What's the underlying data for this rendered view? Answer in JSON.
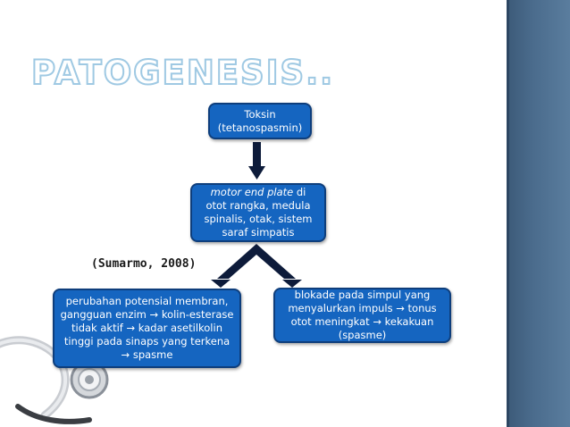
{
  "slide": {
    "title": "PATOGENESIS..",
    "citation": "(Sumarmo, 2008)"
  },
  "nodes": {
    "toksin": {
      "line1": "Toksin",
      "line2": "(tetanospasmin)"
    },
    "motor": {
      "italic": "motor end plate",
      "rest": " di",
      "line2": "otot rangka, medula",
      "line3": "spinalis, otak, sistem",
      "line4": "saraf simpatis"
    },
    "left": {
      "line1": "perubahan potensial membran,",
      "line2": "gangguan enzim → kolin-esterase",
      "line3": "tidak aktif → kadar asetilkolin",
      "line4": "tinggi pada sinaps yang terkena",
      "line5": "→ spasme"
    },
    "right": {
      "line1": "blokade pada simpul yang",
      "line2": "menyalurkan impuls → tonus",
      "line3": "otot meningkat → kekakuan",
      "line4": "(spasme)"
    }
  },
  "colors": {
    "box_fill": "#1565c0",
    "box_border": "#0e3e7c",
    "arrow": "#0d1b3a",
    "sidebar": "#4a6b8c",
    "title_outline": "#9fc9e3"
  },
  "icons": {
    "decoration": "stethoscope-icon"
  }
}
